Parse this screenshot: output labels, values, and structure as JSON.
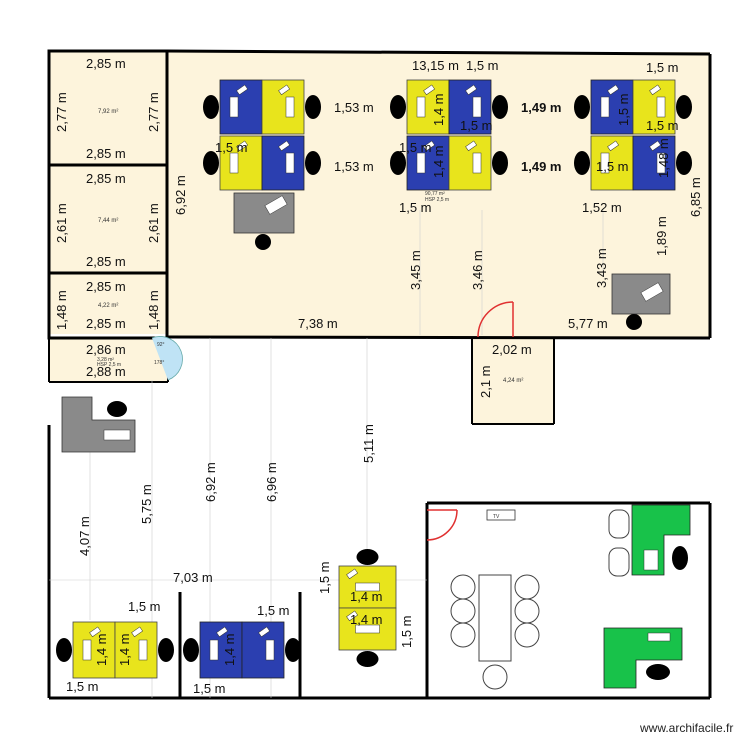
{
  "watermark": "www.archifacile.fr",
  "colors": {
    "room_fill": "#fdf4dc",
    "desk_yellow": "#e8e41c",
    "desk_blue": "#2b3fb0",
    "desk_green": "#18c24a",
    "desk_grey": "#8a8a8a",
    "door": "#e03030"
  },
  "rooms": {
    "room1": {
      "area": "7,92 m²",
      "top": "2,85 m",
      "bottom": "2,85 m",
      "left": "2,77 m",
      "right": "2,77 m"
    },
    "room2": {
      "area": "7,44 m²",
      "top": "2,85 m",
      "bottom": "2,85 m",
      "left": "2,61 m",
      "right": "2,61 m"
    },
    "room3": {
      "area": "4,22 m²",
      "top": "2,85 m",
      "bottom": "2,85 m",
      "left": "1,48 m",
      "right": "1,48 m"
    },
    "room4": {
      "area": "3,28 m²",
      "height_note": "HSP 2,5 m",
      "top": "2,86 m",
      "bottom": "2,88 m",
      "angle1": "92°",
      "angle2": "178°"
    },
    "room5": {
      "area": "4,24 m²",
      "top": "2,02 m",
      "left": "2,1 m"
    },
    "open_space": {
      "area": "90,77 m²",
      "height_note": "HSP 2,5 m"
    }
  },
  "dimensions": {
    "open_width": "13,15 m",
    "open_height": "6,92 m",
    "right_height": "6,85 m",
    "bottom_left": "7,38 m",
    "bottom_right": "5,77 m",
    "d_1_53_a": "1,53 m",
    "d_1_53_b": "1,53 m",
    "d_1_5_top_mid": "1,5 m",
    "d_1_5_top_right": "1,5 m",
    "d_1_5_left_cluster": "1,5 m",
    "d_1_5_mid_cluster": "1,5 m",
    "d_1_5_below_mid": "1,5 m",
    "d_1_5_right_inner": "1,5 m",
    "d_1_5_right_inner2": "1,5 m",
    "d_1_5_mid_inner": "1,5 m",
    "d_1_4_mid": "1,4 m",
    "d_1_4_mid2": "1,4 m",
    "d_1_49_a": "1,49 m",
    "d_1_49_b": "1,49 m",
    "d_1_48_right": "1,48 m",
    "d_1_5_right_b": "1,5 m",
    "d_1_52": "1,52 m",
    "d_1_89": "1,89 m",
    "d_3_45": "3,45 m",
    "d_3_46": "3,46 m",
    "d_3_43": "3,43 m",
    "lower_5_11": "5,11 m",
    "lower_6_92": "6,92 m",
    "lower_6_96": "6,96 m",
    "lower_5_75": "5,75 m",
    "lower_4_07": "4,07 m",
    "lower_7_03": "7,03 m",
    "lower_1_5_a": "1,5 m",
    "lower_1_5_b": "1,5 m",
    "lower_1_5_c": "1,5 m",
    "lower_1_5_d": "1,5 m",
    "lower_1_5_e": "1,5 m",
    "lower_1_5_f": "1,5 m",
    "lower_1_4_a": "1,4 m",
    "lower_1_4_b": "1,4 m",
    "lower_1_4_c": "1,4 m",
    "lower_1_4_d": "1,4 m",
    "lower_1_4_e": "1,4 m"
  },
  "labels": {
    "tv": "TV"
  }
}
